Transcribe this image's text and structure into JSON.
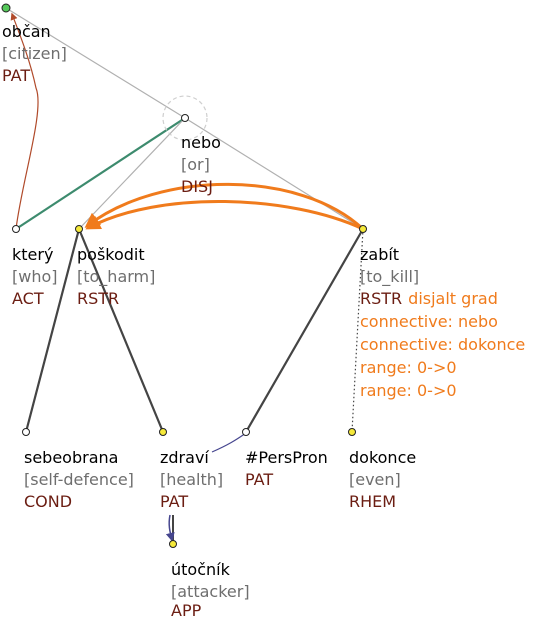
{
  "colors": {
    "lemma": "#000000",
    "gloss": "#6e6e6e",
    "functor": "#6b1d12",
    "coref_arrow": "#f07b1c",
    "edge_gray": "#b0b0b0",
    "edge_dark": "#444444",
    "edge_green": "#3d8b6e",
    "edge_blue": "#46468f",
    "edge_red": "#b04a2a",
    "node_fill_yellow": "#f5e93a",
    "node_fill_white": "#ffffff",
    "root_node_fill": "#55c85a"
  },
  "nodes": {
    "root": {
      "lemma": "",
      "gloss": "",
      "functor": ""
    },
    "obcan": {
      "lemma": "občan",
      "gloss": "[citizen]",
      "functor": "PAT"
    },
    "nebo": {
      "lemma": "nebo",
      "gloss": "[or]",
      "functor": "DISJ"
    },
    "ktery": {
      "lemma": "který",
      "gloss": "[who]",
      "functor": "ACT"
    },
    "poskodit": {
      "lemma": "poškodit",
      "gloss": "[to_harm]",
      "functor": "RSTR"
    },
    "zabit": {
      "lemma": "zabít",
      "gloss": "[to_kill]",
      "functor": "RSTR",
      "extra": [
        "disjalt grad",
        "connective: nebo",
        "connective: dokonce",
        "range: 0->0",
        "range: 0->0"
      ]
    },
    "sebeobrana": {
      "lemma": "sebeobrana",
      "gloss": "[self-defence]",
      "functor": "COND"
    },
    "zdravi": {
      "lemma": "zdraví",
      "gloss": "[health]",
      "functor": "PAT"
    },
    "perspron": {
      "lemma": "#PersPron",
      "gloss": "",
      "functor": "PAT"
    },
    "dokonce": {
      "lemma": "dokonce",
      "gloss": "[even]",
      "functor": "RHEM"
    },
    "utocnik": {
      "lemma": "útočník",
      "gloss": "[attacker]",
      "functor": "APP"
    }
  }
}
